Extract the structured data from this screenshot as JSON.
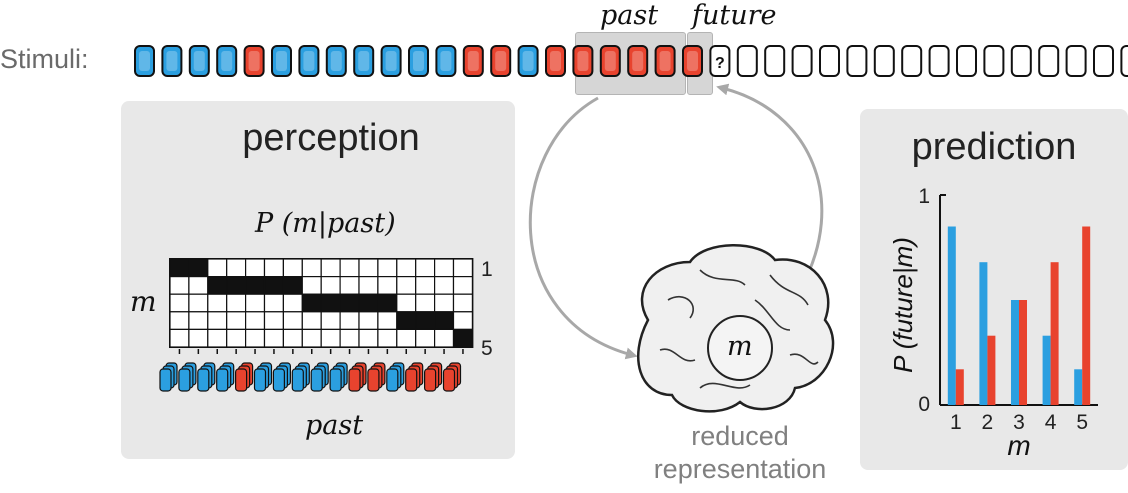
{
  "stimuli": {
    "label": "Stimuli:",
    "sequence": [
      "B",
      "B",
      "B",
      "B",
      "R",
      "B",
      "B",
      "B",
      "B",
      "B",
      "B",
      "B",
      "R",
      "R",
      "B",
      "R",
      "R",
      "R",
      "R",
      "R",
      "R"
    ],
    "unknown_symbol": "?",
    "future_slots": 16,
    "past_label": "past",
    "future_label": "future"
  },
  "perception": {
    "title": "perception",
    "matrix_label": "P (m|past)",
    "row_axis_label": "m",
    "row_top": "1",
    "row_bottom": "5",
    "x_label": "past",
    "filled_cells": [
      [
        1,
        1,
        0,
        0,
        0,
        0,
        0,
        0,
        0,
        0,
        0,
        0,
        0,
        0,
        0,
        0
      ],
      [
        0,
        0,
        1,
        1,
        1,
        1,
        1,
        0,
        0,
        0,
        0,
        0,
        0,
        0,
        0,
        0
      ],
      [
        0,
        0,
        0,
        0,
        0,
        0,
        0,
        1,
        1,
        1,
        1,
        1,
        0,
        0,
        0,
        0
      ],
      [
        0,
        0,
        0,
        0,
        0,
        0,
        0,
        0,
        0,
        0,
        0,
        0,
        1,
        1,
        1,
        0
      ],
      [
        0,
        0,
        0,
        0,
        0,
        0,
        0,
        0,
        0,
        0,
        0,
        0,
        0,
        0,
        0,
        1
      ]
    ],
    "past_stack_colors": [
      "B",
      "B",
      "B",
      "B",
      "R",
      "B",
      "B",
      "B",
      "B",
      "B",
      "R",
      "R",
      "B",
      "R",
      "R",
      "R"
    ]
  },
  "center": {
    "brain_label": "m",
    "caption_line1": "reduced",
    "caption_line2": "representation"
  },
  "prediction": {
    "title": "prediction",
    "y_label": "P (future|m)",
    "x_label": "m",
    "chart_data": {
      "type": "bar",
      "categories": [
        "1",
        "2",
        "3",
        "4",
        "5"
      ],
      "series": [
        {
          "color": "#2b9fe0",
          "values": [
            0.85,
            0.68,
            0.5,
            0.33,
            0.17
          ]
        },
        {
          "color": "#e8432e",
          "values": [
            0.17,
            0.33,
            0.5,
            0.68,
            0.85
          ]
        }
      ],
      "ylim": [
        0,
        1
      ],
      "yticks": [
        "0",
        "1"
      ]
    }
  },
  "colors": {
    "blue": "#2b9fe0",
    "red": "#e8432e",
    "panel": "#e8e8e8",
    "arrow": "#a8a8a8"
  }
}
